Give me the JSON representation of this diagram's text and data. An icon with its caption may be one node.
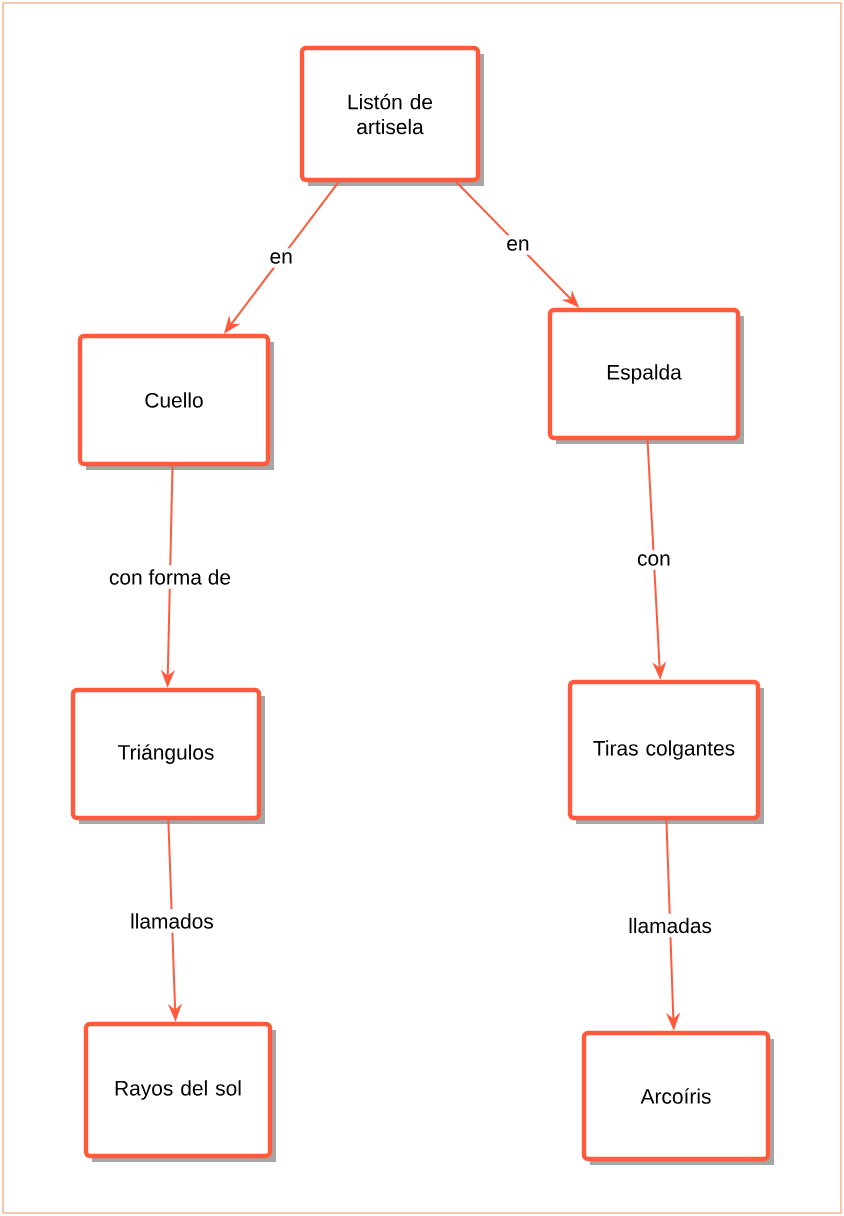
{
  "diagram": {
    "nodes": [
      {
        "text": [
          "Listón de artisela"
        ]
      },
      {
        "text": [
          "Cuello"
        ]
      },
      {
        "text": [
          "Espalda"
        ]
      },
      {
        "text": [
          "Triángulos"
        ]
      },
      {
        "text": [
          "Tiras colgantes"
        ]
      },
      {
        "text": [
          "Rayos del sol"
        ]
      },
      {
        "text": [
          "Arcoíris"
        ]
      }
    ],
    "edges": [
      {
        "from": 0,
        "to": 1,
        "arrow": "to",
        "label": "en"
      },
      {
        "from": 0,
        "to": 2,
        "arrow": "to",
        "label": "en"
      },
      {
        "from": 1,
        "to": 3,
        "arrow": "to",
        "label": "con forma de"
      },
      {
        "from": 2,
        "to": 4,
        "arrow": "to",
        "label": "con"
      },
      {
        "from": 3,
        "to": 5,
        "arrow": "to",
        "label": "llamados"
      },
      {
        "from": 4,
        "to": 6,
        "arrow": "to",
        "label": "llamadas"
      }
    ]
  }
}
